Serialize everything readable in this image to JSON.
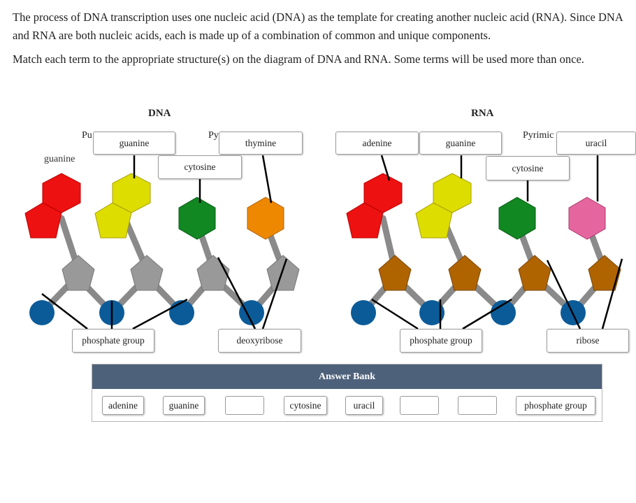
{
  "intro": {
    "p1": "The process of DNA transcription uses one nucleic acid (DNA) as the template for creating another nucleic acid (RNA). Since DNA and RNA are both nucleic acids, each is made up of a combination of common and unique components.",
    "p2": "Match each term to the appropriate structure(s) on the diagram of DNA and RNA. Some terms will be used more than once."
  },
  "dna": {
    "heading": "DNA",
    "purine_fragment": "Pu",
    "pyrimidine_fragment": "Py",
    "free_label": "guanine",
    "placed": {
      "guanine": "guanine",
      "thymine": "thymine",
      "cytosine": "cytosine",
      "phosphate": "phosphate group",
      "sugar": "deoxyribose"
    }
  },
  "rna": {
    "heading": "RNA",
    "pyrimidine_fragment": "Pyrimic",
    "placed": {
      "adenine": "adenine",
      "guanine": "guanine",
      "uracil": "uracil",
      "cytosine": "cytosine",
      "phosphate": "phosphate group",
      "sugar": "ribose"
    }
  },
  "bank": {
    "title": "Answer Bank",
    "items": [
      "adenine",
      "guanine",
      "",
      "cytosine",
      "uracil",
      "",
      "",
      "phosphate group"
    ]
  },
  "colors": {
    "red": "#ee1111",
    "yellow": "#dddd00",
    "green": "#118822",
    "orange": "#ee8800",
    "pink": "#e5669e",
    "gray_sugar": "#999999",
    "brown_sugar": "#b06400",
    "blue_phosphate": "#0b5b99",
    "bank_header": "#4e617a"
  }
}
